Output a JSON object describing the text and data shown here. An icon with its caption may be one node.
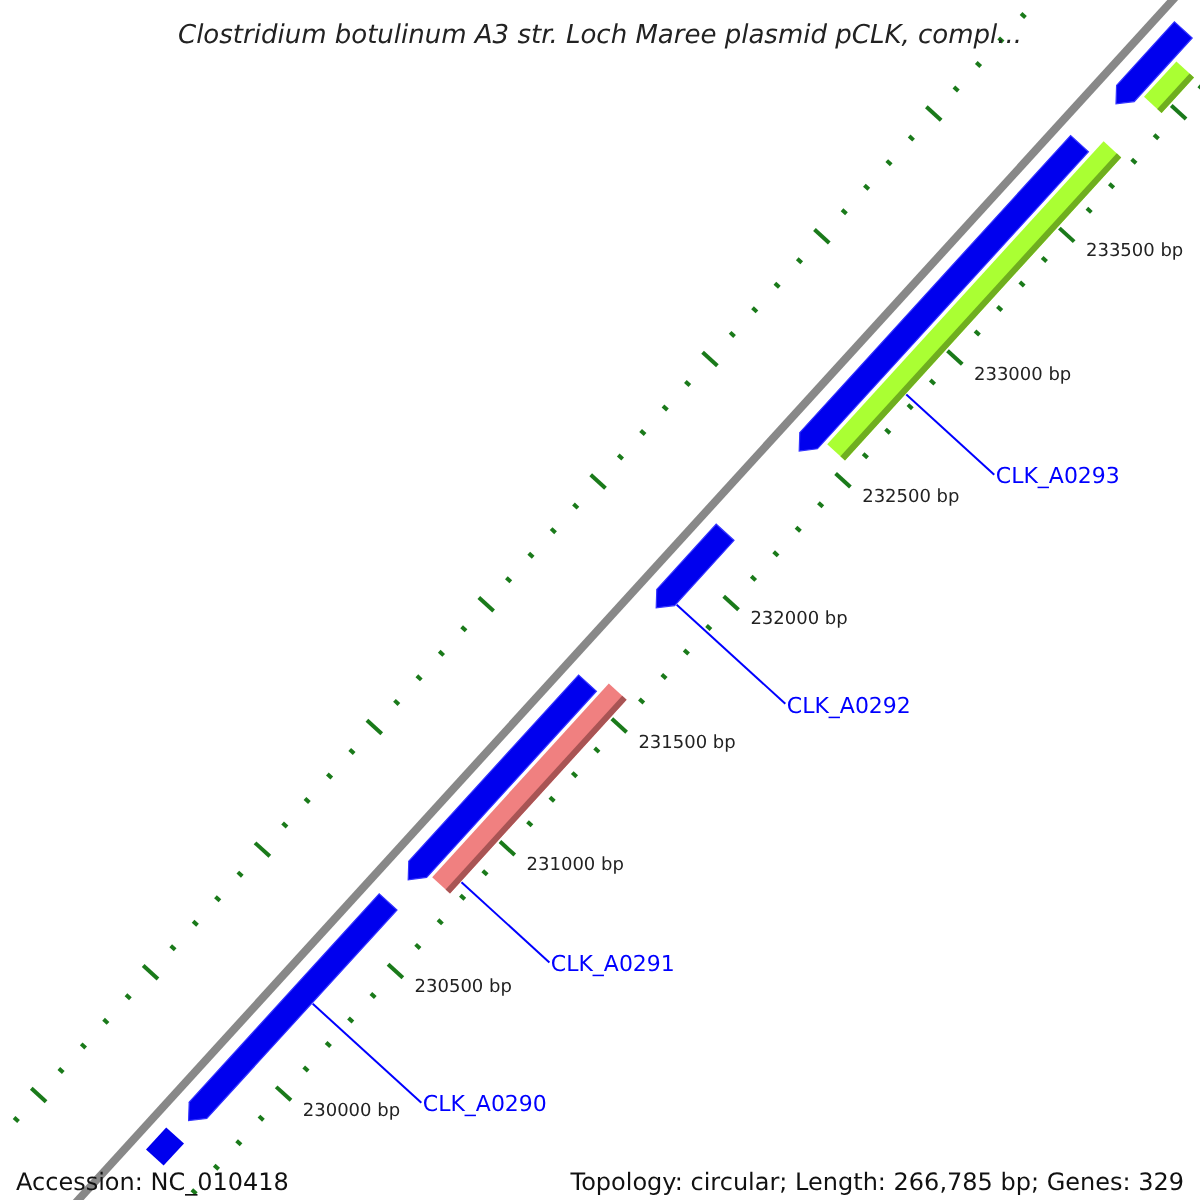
{
  "diagram": {
    "title": "Clostridium botulinum A3 str. Loch Maree plasmid pCLK, compl...",
    "nodes": [
      {
        "text": [
          "CLK_A0290"
        ]
      },
      {
        "text": [
          "CLK_A0291"
        ]
      },
      {
        "text": [
          "CLK_A0292"
        ]
      },
      {
        "text": [
          "CLK_A0293"
        ]
      },
      {
        "text": [],
        "shape": "bar"
      },
      {
        "text": [],
        "shape": "bar"
      },
      {
        "text": [],
        "shape": "bar"
      },
      {
        "text": [],
        "shape": "bar"
      },
      {
        "text": [],
        "shape": "bar"
      },
      {
        "text": [],
        "shape": "bar"
      },
      {
        "text": [],
        "shape": "bar"
      },
      {
        "text": [],
        "shape": "bar"
      },
      {
        "text": [],
        "shape": "bar"
      }
    ],
    "edges": [
      {
        "from": 0,
        "to": 5,
        "arrow": "none"
      },
      {
        "from": 1,
        "to": 7,
        "arrow": "none"
      },
      {
        "from": 2,
        "to": 8,
        "arrow": "none"
      },
      {
        "from": 3,
        "to": 10,
        "arrow": "none"
      }
    ],
    "labels": [
      "230000 bp",
      "230500 bp",
      "231000 bp",
      "231500 bp",
      "232000 bp",
      "232500 bp",
      "233000 bp",
      "233500 bp",
      "Accession: NC_010418",
      "Topology: circular; Length: 266,785 bp; Genes: 329"
    ]
  }
}
